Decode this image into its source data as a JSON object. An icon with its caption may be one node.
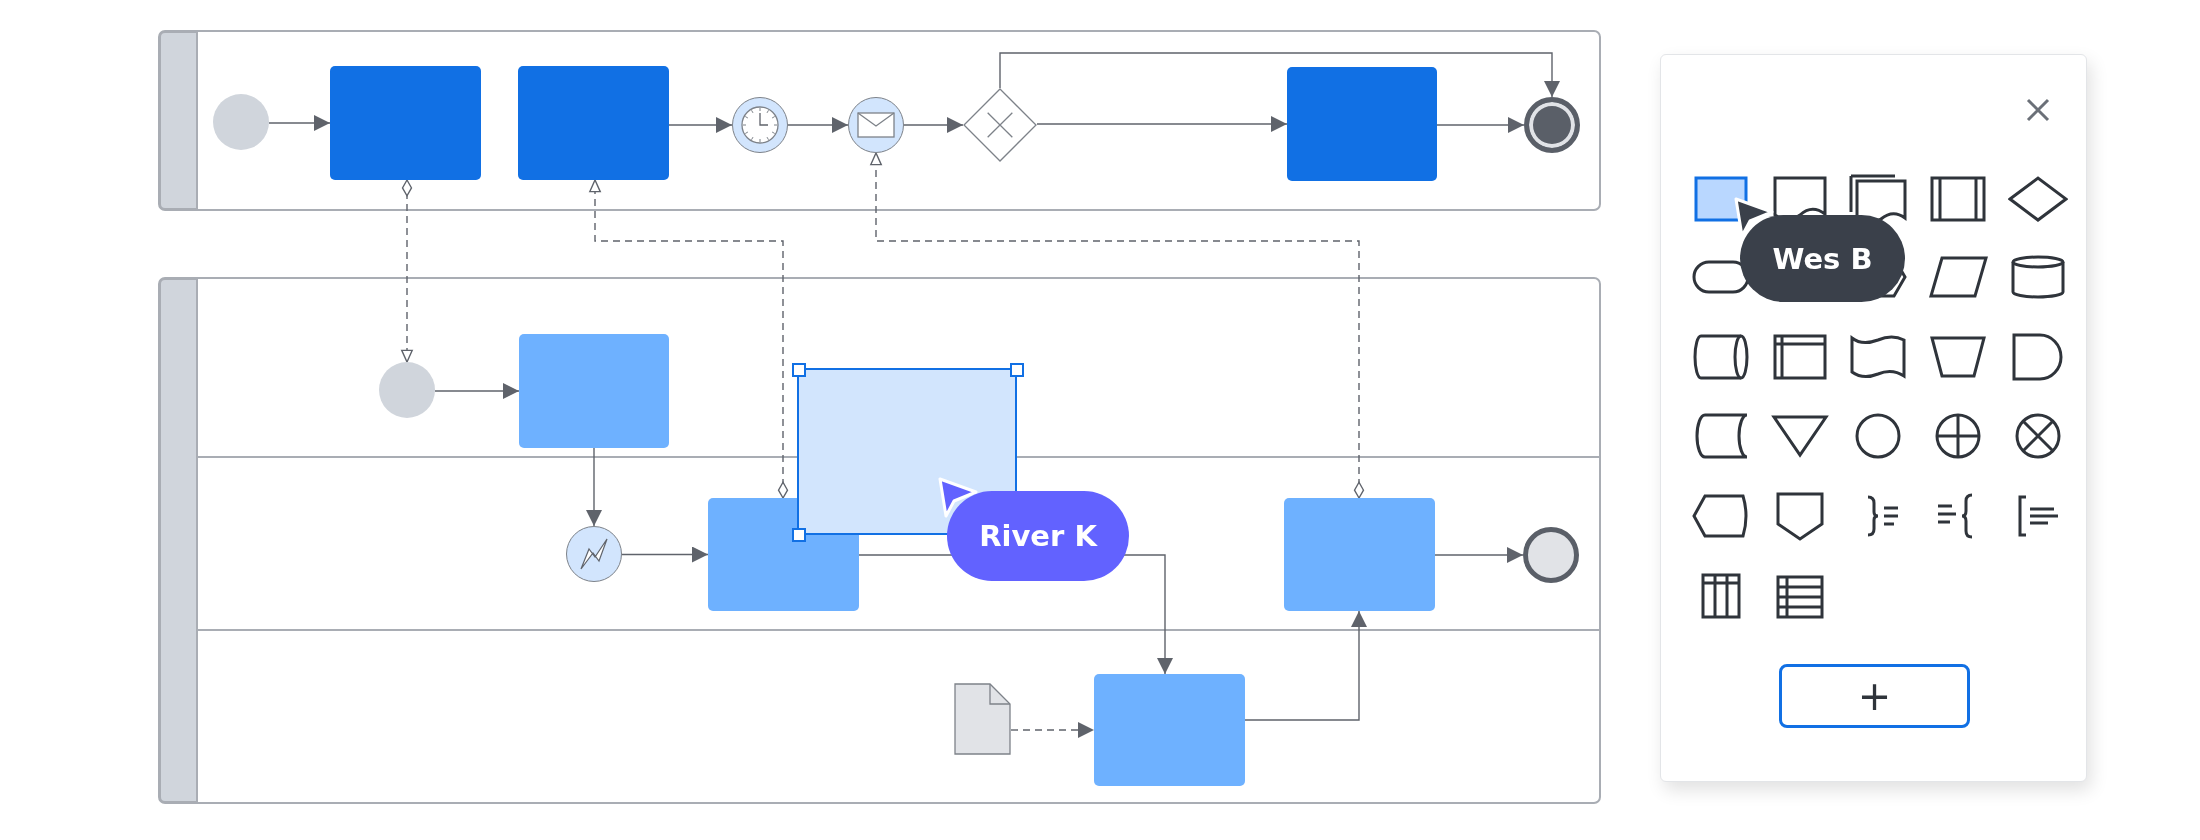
{
  "diagram": {
    "nodes": [
      {
        "text": [],
        "shape": "circle"
      },
      {
        "text": [],
        "shape": "box"
      },
      {
        "text": [],
        "shape": "box"
      },
      {
        "text": [],
        "shape": "circle"
      },
      {
        "text": [],
        "shape": "circle"
      },
      {
        "text": [],
        "shape": "diamond"
      },
      {
        "text": [],
        "shape": "box"
      },
      {
        "text": [],
        "shape": "circle"
      },
      {
        "text": [],
        "shape": "circle"
      },
      {
        "text": [],
        "shape": "box"
      },
      {
        "text": [],
        "shape": "box"
      },
      {
        "text": [],
        "shape": "circle"
      },
      {
        "text": [],
        "shape": "box"
      },
      {
        "text": [],
        "shape": "box"
      },
      {
        "text": [],
        "shape": "circle"
      },
      {
        "text": [],
        "shape": "document"
      },
      {
        "text": [],
        "shape": "box"
      }
    ],
    "edges": [
      {
        "from": 0,
        "to": 1,
        "arrow": "to"
      },
      {
        "from": 2,
        "to": 3,
        "arrow": "to"
      },
      {
        "from": 3,
        "to": 4,
        "arrow": "to"
      },
      {
        "from": 4,
        "to": 5,
        "arrow": "to"
      },
      {
        "from": 5,
        "to": 6,
        "arrow": "to"
      },
      {
        "from": 5,
        "to": 7,
        "arrow": "to"
      },
      {
        "from": 6,
        "to": 7,
        "arrow": "to"
      },
      {
        "from": 1,
        "to": 8,
        "arrow": "to",
        "style": "dashed"
      },
      {
        "from": 12,
        "to": 2,
        "arrow": "to",
        "style": "dashed"
      },
      {
        "from": 13,
        "to": 4,
        "arrow": "to",
        "style": "dashed"
      },
      {
        "from": 8,
        "to": 9,
        "arrow": "to"
      },
      {
        "from": 9,
        "to": 11,
        "arrow": "to"
      },
      {
        "from": 11,
        "to": 12,
        "arrow": "to"
      },
      {
        "from": 12,
        "to": 16,
        "arrow": "to"
      },
      {
        "from": 15,
        "to": 16,
        "arrow": "to",
        "style": "dashed"
      },
      {
        "from": 16,
        "to": 13,
        "arrow": "to"
      },
      {
        "from": 13,
        "to": 14,
        "arrow": "to"
      }
    ],
    "labels": [
      "Wes B",
      "River K",
      "+"
    ]
  }
}
